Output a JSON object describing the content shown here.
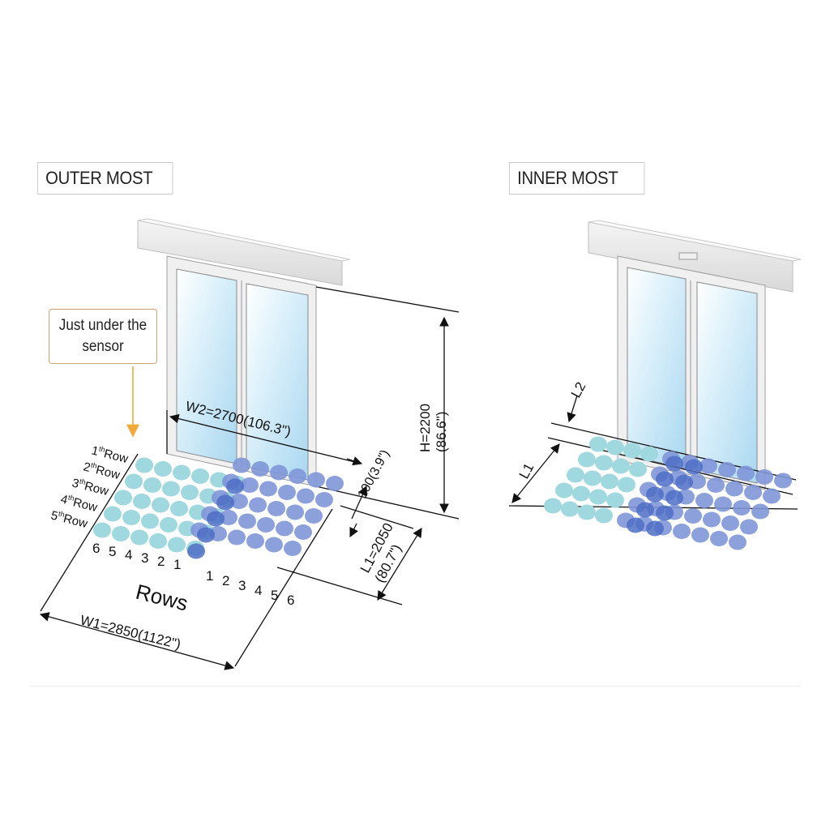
{
  "panels": {
    "outer": {
      "label": "OUTER MOST",
      "callout_line1": "Just under the",
      "callout_line2": "sensor",
      "row_labels": [
        {
          "num": "1",
          "sup": "th",
          "word": "Row"
        },
        {
          "num": "2",
          "sup": "th",
          "word": "Row"
        },
        {
          "num": "3",
          "sup": "th",
          "word": "Row"
        },
        {
          "num": "4",
          "sup": "th",
          "word": "Row"
        },
        {
          "num": "5",
          "sup": "th",
          "word": "Row"
        }
      ],
      "column_numbers_left": [
        "6",
        "5",
        "4",
        "3",
        "2",
        "1"
      ],
      "column_numbers_right": [
        "1",
        "2",
        "3",
        "4",
        "5",
        "6"
      ],
      "rows_title": "Rows",
      "dim_w1": "W1=2850(1122\")",
      "dim_w2": "W2=2700(106.3\")",
      "dim_h": "H=2200",
      "dim_h_in": "(86.6\")",
      "dim_100": "100(3.9\")",
      "dim_l1": "L1=2050",
      "dim_l1_in": "(80.7\")"
    },
    "inner": {
      "label": "INNER MOST",
      "dim_l2": "L2",
      "dim_l1": "L1"
    }
  },
  "colors": {
    "light_dot": "#9fd8de",
    "dark_dot": "#7f96d8",
    "overlap_dot": "#4f6fc6",
    "glass": "#cfe9f7",
    "frame": "#e8e8e8",
    "callout_arrow": "#f2a93b"
  }
}
